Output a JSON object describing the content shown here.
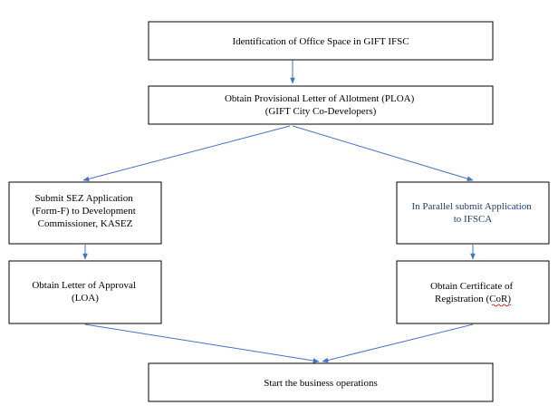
{
  "diagram": {
    "nodes": [
      {
        "id": "identify",
        "lines": [
          "Identification of Office Space in GIFT IFSC"
        ]
      },
      {
        "id": "ploa",
        "lines": [
          "Obtain Provisional Letter of Allotment (PLOA)",
          "(GIFT City Co-Developers)"
        ]
      },
      {
        "id": "sez",
        "lines": [
          "Submit SEZ Application",
          "(Form-F) to Development",
          "Commissioner, KASEZ"
        ]
      },
      {
        "id": "ifsca",
        "lines": [
          "In Parallel submit Application",
          "to IFSCA"
        ]
      },
      {
        "id": "loa",
        "lines": [
          "Obtain Letter of Approval",
          "(LOA)"
        ]
      },
      {
        "id": "cor",
        "lines": [
          "Obtain Certificate of",
          "Registration (CoR)"
        ]
      },
      {
        "id": "start",
        "lines": [
          "Start the business operations"
        ]
      }
    ],
    "edges": [
      [
        "identify",
        "ploa"
      ],
      [
        "ploa",
        "sez"
      ],
      [
        "ploa",
        "ifsca"
      ],
      [
        "sez",
        "loa"
      ],
      [
        "ifsca",
        "cor"
      ],
      [
        "loa",
        "start"
      ],
      [
        "cor",
        "start"
      ]
    ],
    "colors": {
      "box_border": "#000000",
      "arrow": "#4472c4",
      "text": "#000000",
      "ifsca_text": "#1f3f6e"
    }
  }
}
